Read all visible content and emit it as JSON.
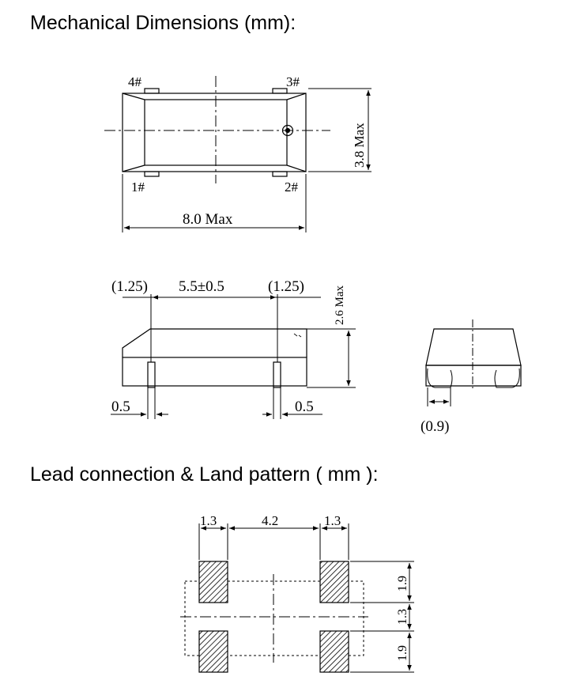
{
  "headings": {
    "mechanical": "Mechanical Dimensions (mm):",
    "land": "Lead connection & Land pattern ( mm ):"
  },
  "top_view": {
    "pin4": "4#",
    "pin3": "3#",
    "pin1": "1#",
    "pin2": "2#",
    "width_label": "8.0 Max",
    "height_label": "3.8 Max"
  },
  "side_view": {
    "left_offset": "(1.25)",
    "pitch": "5.5±0.5",
    "right_offset": "(1.25)",
    "height_label": "2.6 Max",
    "left_lead": "0.5",
    "right_lead": "0.5"
  },
  "end_view": {
    "lead_label": "(0.9)"
  },
  "land_pattern": {
    "left_pad_width": "1.3",
    "pad_gap": "4.2",
    "right_pad_width": "1.3",
    "top_pad_height": "1.9",
    "middle_gap": "1.3",
    "bottom_pad_height": "1.9"
  }
}
